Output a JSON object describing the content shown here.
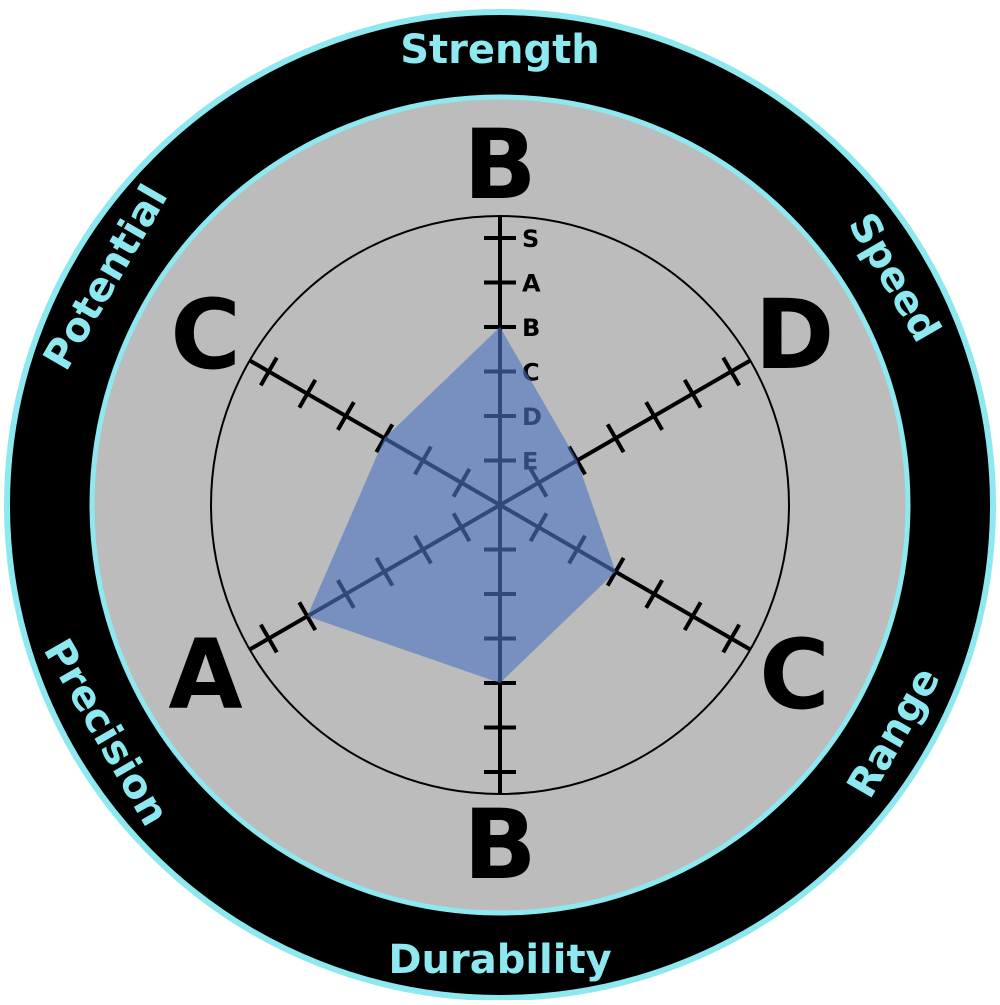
{
  "chart_data": {
    "type": "radar",
    "grade_scale": [
      "E",
      "D",
      "C",
      "B",
      "A",
      "S"
    ],
    "axes": [
      {
        "name": "Strength",
        "grade": "B"
      },
      {
        "name": "Speed",
        "grade": "D"
      },
      {
        "name": "Range",
        "grade": "C"
      },
      {
        "name": "Durability",
        "grade": "B"
      },
      {
        "name": "Precision",
        "grade": "A"
      },
      {
        "name": "Potential",
        "grade": "C"
      }
    ],
    "colors": {
      "outer_ring": "#000000",
      "ring_border": "#8ee8f0",
      "axis_label": "#8ee8f0",
      "inner_disc": "#bcbcbc",
      "grade_text": "#000000",
      "polygon_fill": "#4f76c4"
    }
  }
}
